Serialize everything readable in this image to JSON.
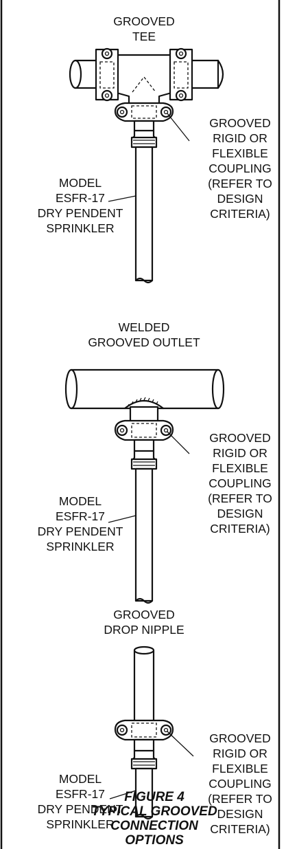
{
  "figure": {
    "caption": [
      "FIGURE 4",
      "TYPICAL GROOVED",
      "CONNECTION",
      "OPTIONS"
    ]
  },
  "sections": [
    {
      "title": [
        "GROOVED",
        "TEE"
      ],
      "coupling_label": [
        "GROOVED",
        "RIGID OR",
        "FLEXIBLE",
        "COUPLING",
        "(REFER TO",
        "DESIGN",
        "CRITERIA)"
      ],
      "sprinkler_label": [
        "MODEL",
        "ESFR-17",
        "DRY PENDENT",
        "SPRINKLER"
      ]
    },
    {
      "title": [
        "WELDED",
        "GROOVED OUTLET"
      ],
      "coupling_label": [
        "GROOVED",
        "RIGID OR",
        "FLEXIBLE",
        "COUPLING",
        "(REFER TO",
        "DESIGN",
        "CRITERIA)"
      ],
      "sprinkler_label": [
        "MODEL",
        "ESFR-17",
        "DRY PENDENT",
        "SPRINKLER"
      ]
    },
    {
      "title": [
        "GROOVED",
        "DROP NIPPLE"
      ],
      "coupling_label": [
        "GROOVED",
        "RIGID OR",
        "FLEXIBLE",
        "COUPLING",
        "(REFER TO",
        "DESIGN",
        "CRITERIA)"
      ],
      "sprinkler_label": [
        "MODEL",
        "ESFR-17",
        "DRY PENDENT",
        "SPRINKLER"
      ]
    }
  ]
}
